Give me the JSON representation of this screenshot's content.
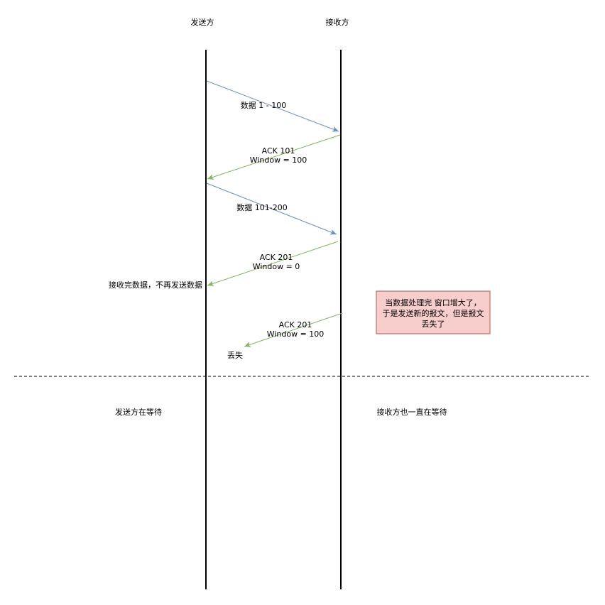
{
  "colors": {
    "background": "#ffffff",
    "lifeline": "#000000",
    "data_arrow": "#6c8ebf",
    "ack_arrow": "#82b366",
    "note_fill": "#f8cecc",
    "note_stroke": "#b85450",
    "divider": "#000000"
  },
  "participants": {
    "sender": "发送方",
    "receiver": "接收方"
  },
  "messages": [
    {
      "kind": "data",
      "lines": [
        "数据 1 - 100"
      ]
    },
    {
      "kind": "ack",
      "lines": [
        "ACK 101",
        "Window = 100"
      ]
    },
    {
      "kind": "data",
      "lines": [
        "数据 101-200"
      ]
    },
    {
      "kind": "ack",
      "lines": [
        "ACK 201",
        "Window = 0"
      ]
    },
    {
      "kind": "ack",
      "lines": [
        "ACK 201",
        "Window = 100"
      ]
    }
  ],
  "annotations": {
    "sender_stop": "接收完数据，不再发送数据",
    "lost": "丢失",
    "note_lines": [
      "当数据处理完 窗口增大了，",
      "于是发送新的报文，但是报文",
      "丢失了"
    ]
  },
  "bottom": {
    "sender_waiting": "发送方在等待",
    "receiver_waiting": "接收方也一直在等待"
  }
}
